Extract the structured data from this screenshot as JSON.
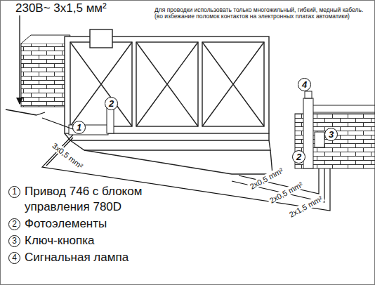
{
  "diagram": {
    "labels": [
      "230В~ 3x1,5 мм²",
      "Для проводки использовать только многожильный, гибкий, медный кабель. (во избежание поломок контактов на электронных платах автоматики)",
      "1",
      "2",
      "3",
      "4",
      "2",
      "3x0,5 mm²",
      "2x0,5 mm²",
      "2x0,5 mm²",
      "2x1,5 mm²",
      "1",
      "2",
      "3",
      "4"
    ],
    "legend": [
      {
        "text": "Привод 746 с блоком управления 780D"
      },
      {
        "text": "Фотоэлементы"
      },
      {
        "text": "Ключ-кнопка"
      },
      {
        "text": "Сигнальная лампа"
      }
    ]
  }
}
